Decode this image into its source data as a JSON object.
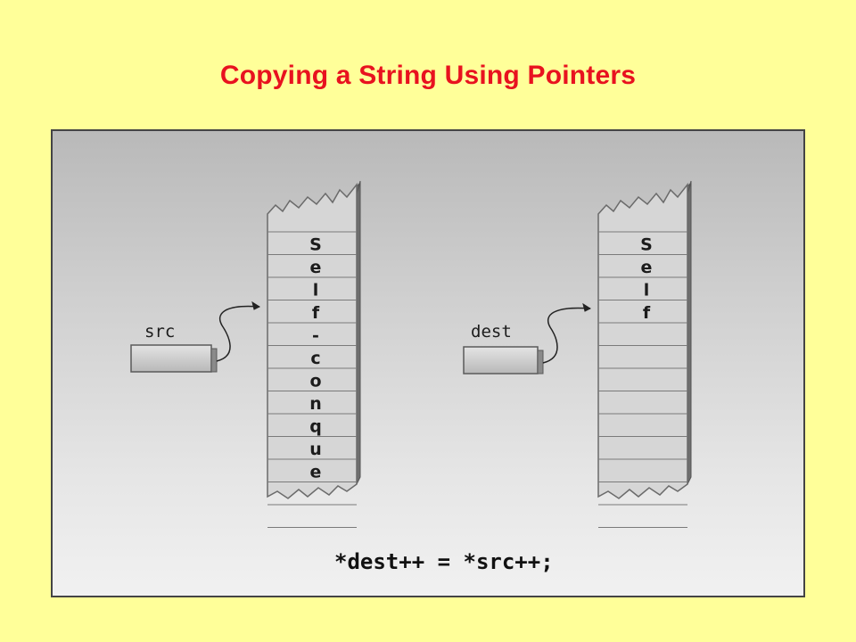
{
  "title": "Copying a String Using Pointers",
  "source": {
    "label": "src",
    "cells": [
      "S",
      "e",
      "l",
      "f",
      "-",
      "c",
      "o",
      "n",
      "q",
      "u",
      "e",
      "",
      ""
    ]
  },
  "destination": {
    "label": "dest",
    "cells": [
      "S",
      "e",
      "l",
      "f",
      "",
      "",
      "",
      "",
      "",
      "",
      "",
      "",
      ""
    ]
  },
  "statement": "*dest++ = *src++;",
  "colors": {
    "background": "#ffff99",
    "title": "#e8121f",
    "cell_face": "#d6d6d6",
    "cell_line": "#7a7a7a",
    "column_side": "#6e6e6e"
  },
  "icons": [
    "curved-arrow-icon",
    "pointer-box-icon"
  ]
}
